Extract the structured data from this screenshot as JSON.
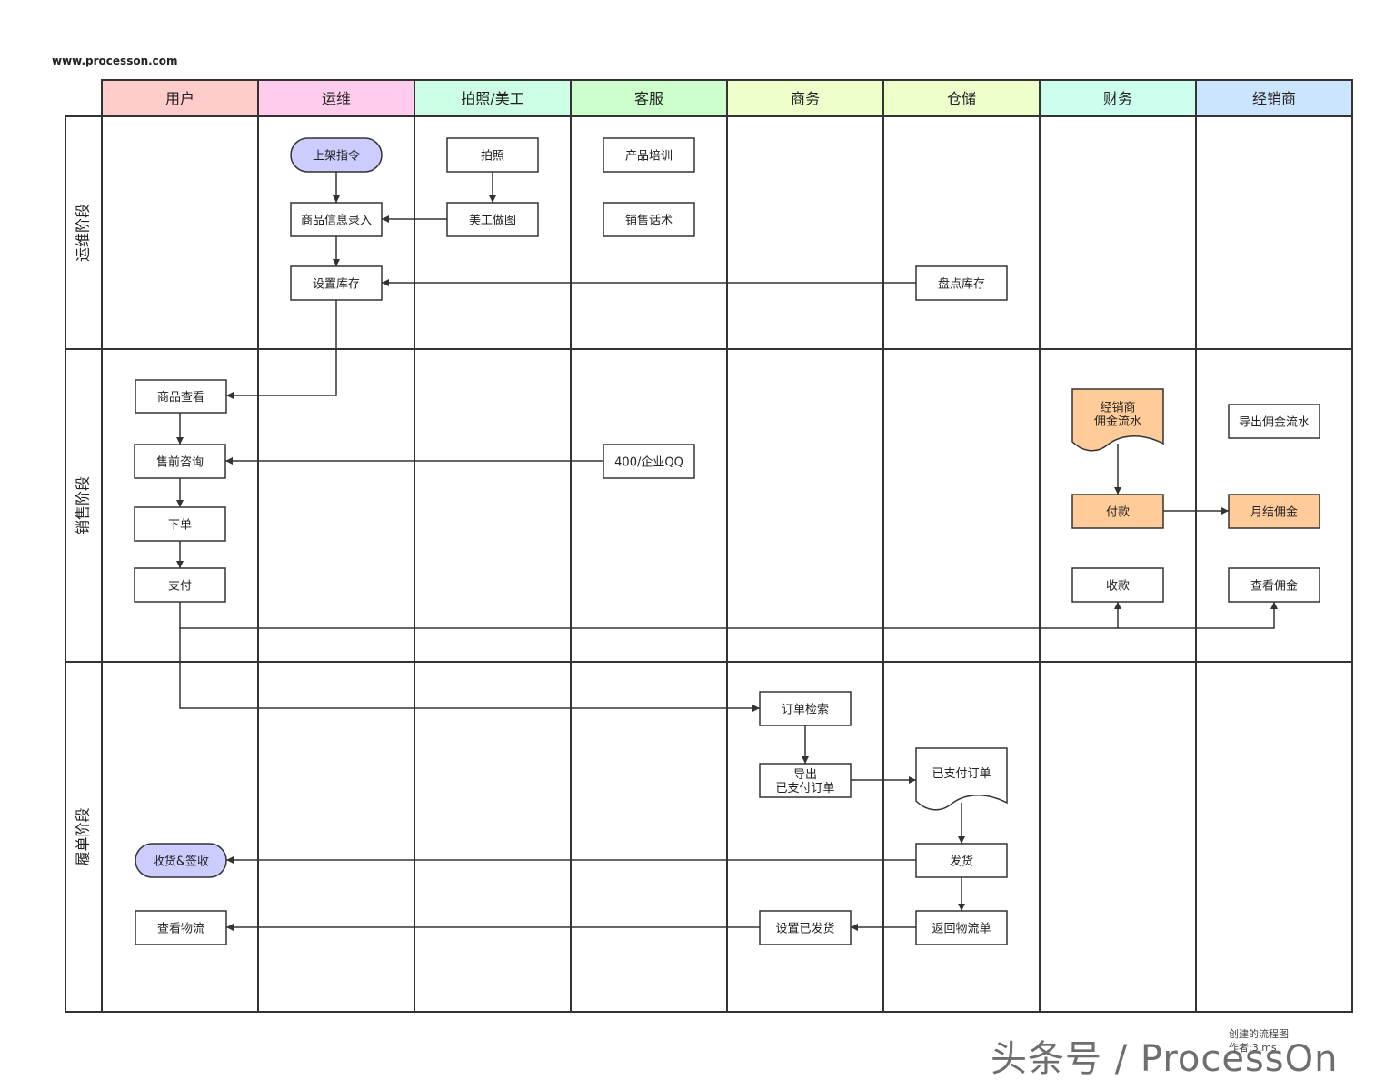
{
  "site_url": "www.processon.com",
  "watermark": "头条号 / ProcessOn",
  "watermark_note": [
    "创建的流程图",
    "作者:3.ms"
  ],
  "lanes": [
    {
      "label": "用户",
      "color": "#ffcccc"
    },
    {
      "label": "运维",
      "color": "#ffccee"
    },
    {
      "label": "拍照/美工",
      "color": "#ccffe5"
    },
    {
      "label": "客服",
      "color": "#ccffcc"
    },
    {
      "label": "商务",
      "color": "#eeffcc"
    },
    {
      "label": "仓储",
      "color": "#eeffcc"
    },
    {
      "label": "财务",
      "color": "#ccffee"
    },
    {
      "label": "经销商",
      "color": "#cce5ff"
    }
  ],
  "phases": [
    {
      "label": "运维阶段"
    },
    {
      "label": "销售阶段"
    },
    {
      "label": "履单阶段"
    }
  ],
  "nodes": [
    {
      "id": "n1",
      "label": "上架指令",
      "shape": "terminal",
      "fill": "#ccccff"
    },
    {
      "id": "n2",
      "label": "商品信息录入",
      "shape": "process",
      "fill": "#ffffff"
    },
    {
      "id": "n3",
      "label": "设置库存",
      "shape": "process",
      "fill": "#ffffff"
    },
    {
      "id": "n4",
      "label": "拍照",
      "shape": "process",
      "fill": "#ffffff"
    },
    {
      "id": "n5",
      "label": "美工做图",
      "shape": "process",
      "fill": "#ffffff"
    },
    {
      "id": "n6",
      "label": "产品培训",
      "shape": "process",
      "fill": "#ffffff"
    },
    {
      "id": "n7",
      "label": "销售话术",
      "shape": "process",
      "fill": "#ffffff"
    },
    {
      "id": "n8",
      "label": "盘点库存",
      "shape": "process",
      "fill": "#ffffff"
    },
    {
      "id": "n9",
      "label": "商品查看",
      "shape": "process",
      "fill": "#ffffff"
    },
    {
      "id": "n10",
      "label": "售前咨询",
      "shape": "process",
      "fill": "#ffffff"
    },
    {
      "id": "n11",
      "label": "下单",
      "shape": "process",
      "fill": "#ffffff"
    },
    {
      "id": "n12",
      "label": "支付",
      "shape": "process",
      "fill": "#ffffff"
    },
    {
      "id": "n13",
      "label": "400/企业QQ",
      "shape": "process",
      "fill": "#ffffff"
    },
    {
      "id": "n14",
      "label": "经销商\n佣金流水",
      "shape": "document",
      "fill": "#ffcc99"
    },
    {
      "id": "n15",
      "label": "付款",
      "shape": "process",
      "fill": "#ffcc99"
    },
    {
      "id": "n16",
      "label": "收款",
      "shape": "process",
      "fill": "#ffffff"
    },
    {
      "id": "n17",
      "label": "导出佣金流水",
      "shape": "process",
      "fill": "#ffffff"
    },
    {
      "id": "n18",
      "label": "月结佣金",
      "shape": "process",
      "fill": "#ffcc99"
    },
    {
      "id": "n19",
      "label": "查看佣金",
      "shape": "process",
      "fill": "#ffffff"
    },
    {
      "id": "n20",
      "label": "订单检索",
      "shape": "process",
      "fill": "#ffffff"
    },
    {
      "id": "n21",
      "label": "导出\n已支付订单",
      "shape": "process",
      "fill": "#ffffff"
    },
    {
      "id": "n22",
      "label": "已支付订单",
      "shape": "document",
      "fill": "#ffffff"
    },
    {
      "id": "n23",
      "label": "发货",
      "shape": "process",
      "fill": "#ffffff"
    },
    {
      "id": "n24",
      "label": "返回物流单",
      "shape": "process",
      "fill": "#ffffff"
    },
    {
      "id": "n25",
      "label": "设置已发货",
      "shape": "process",
      "fill": "#ffffff"
    },
    {
      "id": "n26",
      "label": "收货&签收",
      "shape": "terminal",
      "fill": "#ccccff"
    },
    {
      "id": "n27",
      "label": "查看物流",
      "shape": "process",
      "fill": "#ffffff"
    }
  ],
  "edges": [
    {
      "from": "n1",
      "to": "n2"
    },
    {
      "from": "n2",
      "to": "n3"
    },
    {
      "from": "n4",
      "to": "n5"
    },
    {
      "from": "n5",
      "to": "n2"
    },
    {
      "from": "n8",
      "to": "n3"
    },
    {
      "from": "n3",
      "to": "n9"
    },
    {
      "from": "n9",
      "to": "n10"
    },
    {
      "from": "n10",
      "to": "n11"
    },
    {
      "from": "n11",
      "to": "n12"
    },
    {
      "from": "n13",
      "to": "n10"
    },
    {
      "from": "n12",
      "to": "n16"
    },
    {
      "from": "n12",
      "to": "n19"
    },
    {
      "from": "n12",
      "to": "n20"
    },
    {
      "from": "n14",
      "to": "n15"
    },
    {
      "from": "n15",
      "to": "n18"
    },
    {
      "from": "n20",
      "to": "n21"
    },
    {
      "from": "n21",
      "to": "n22"
    },
    {
      "from": "n22",
      "to": "n23"
    },
    {
      "from": "n23",
      "to": "n24"
    },
    {
      "from": "n23",
      "to": "n26"
    },
    {
      "from": "n24",
      "to": "n25"
    },
    {
      "from": "n25",
      "to": "n27"
    }
  ]
}
